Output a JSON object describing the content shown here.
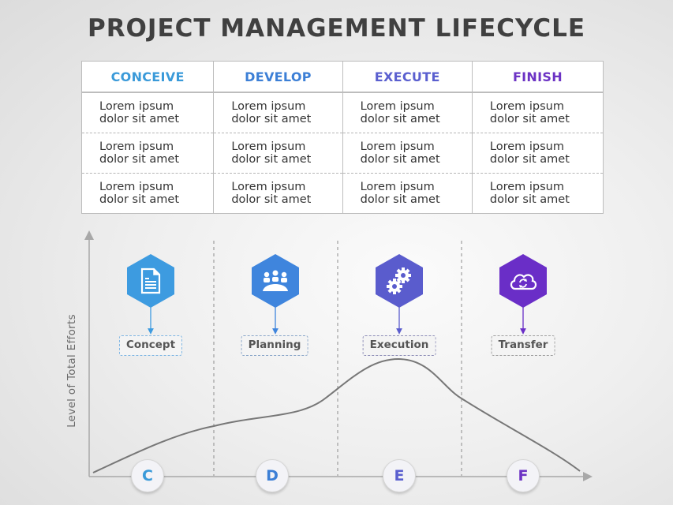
{
  "title": "PROJECT MANAGEMENT LIFECYCLE",
  "table": {
    "headers": [
      {
        "label": "CONCEIVE",
        "color": "#3a9ad9"
      },
      {
        "label": "DEVELOP",
        "color": "#3c7fd6"
      },
      {
        "label": "EXECUTE",
        "color": "#5a5fcf"
      },
      {
        "label": "FINISH",
        "color": "#6c33c4"
      }
    ],
    "rows": [
      [
        "Lorem ipsum\ndolor sit amet",
        "Lorem ipsum\ndolor sit amet",
        "Lorem ipsum\ndolor sit amet",
        "Lorem ipsum\ndolor sit amet"
      ],
      [
        "Lorem ipsum\ndolor sit amet",
        "Lorem ipsum\ndolor sit amet",
        "Lorem ipsum\ndolor sit amet",
        "Lorem ipsum\ndolor sit amet"
      ],
      [
        "Lorem ipsum\ndolor sit amet",
        "Lorem ipsum\ndolor sit amet",
        "Lorem ipsum\ndolor sit amet",
        "Lorem ipsum\ndolor sit amet"
      ]
    ],
    "cell_line1": "Lorem ipsum",
    "cell_line2": "dolor sit amet"
  },
  "chart": {
    "ylabel": "Level of Total Efforts",
    "phases": [
      {
        "label": "Concept",
        "letter": "C",
        "icon": "document-icon",
        "color": "#3d9be0",
        "border": "#7fb6e3"
      },
      {
        "label": "Planning",
        "letter": "D",
        "icon": "meeting-group-icon",
        "color": "#3f85dd",
        "border": "#8aa6c9"
      },
      {
        "label": "Execution",
        "letter": "E",
        "icon": "gears-icon",
        "color": "#5a5ccd",
        "border": "#8f8fb8"
      },
      {
        "label": "Transfer",
        "letter": "F",
        "icon": "cloud-sync-icon",
        "color": "#6a2ec7",
        "border": "#a0a0a0"
      }
    ]
  },
  "chart_data": {
    "type": "line",
    "title": "Project Management Lifecycle",
    "xlabel": "",
    "ylabel": "Level of Total Efforts",
    "categories": [
      "C",
      "D",
      "E",
      "F"
    ],
    "category_names": [
      "Concept",
      "Planning",
      "Execution",
      "Transfer"
    ],
    "x": [
      0,
      0.5,
      1,
      1.5,
      2,
      2.5,
      3,
      3.5,
      4
    ],
    "values": [
      2,
      20,
      33,
      37,
      55,
      100,
      80,
      45,
      5
    ],
    "grid": false,
    "legend": "none"
  }
}
